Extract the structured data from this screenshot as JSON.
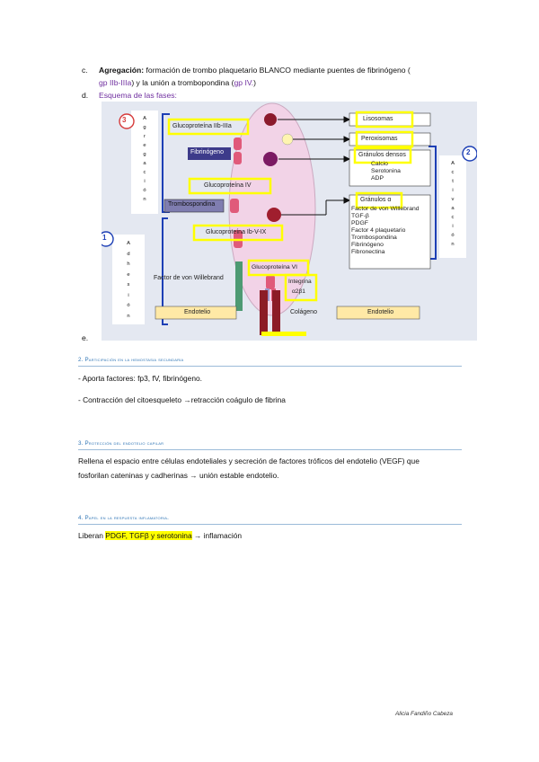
{
  "item_c": {
    "letter": "c.",
    "title": "Agregación:",
    "text": " formación de trombo plaquetario BLANCO mediante puentes de fibrinógeno (",
    "gp1": "gp IIb-IIIa",
    "text2": ") y la unión a trombopondina (",
    "gp2": "gp IV.",
    "text3": ")"
  },
  "item_d": {
    "letter": "d.",
    "text": "Esquema de las fases:"
  },
  "item_e": {
    "letter": "e."
  },
  "diagram": {
    "badges": [
      "1",
      "2",
      "3"
    ],
    "vertical_agregacion": [
      "A",
      "g",
      "r",
      "e",
      "g",
      "a",
      "c",
      "i",
      "ó",
      "n"
    ],
    "vertical_activacion": [
      "A",
      "c",
      "t",
      "i",
      "v",
      "a",
      "c",
      "i",
      "ó",
      "n"
    ],
    "vertical_adhesion": [
      "A",
      "d",
      "h",
      "e",
      "s",
      "i",
      "ó",
      "n"
    ],
    "labels": {
      "gp_iib_iiia": "Glucoproteína IIb-IIIa",
      "fibrinogeno": "Fibrinógeno",
      "gp_iv": "Glucoproteína IV",
      "trombospondina": "Trombospondina",
      "gp_ib_v_ix": "Glucoproteína Ib-V-IX",
      "factor_vw": "Factor de von Willebrand",
      "gp_vi": "Glucoproteína VI",
      "integrina": "Integrina",
      "integrina2": "α2β1",
      "endotelio_left": "Endotelio",
      "colageno": "Colágeno",
      "endotelio_right": "Endotelio",
      "lisosomas": "Lisosomas",
      "peroxisomas": "Peroxisomas",
      "granulos_densos": "Gránulos densos",
      "densos_items": [
        "Calcio",
        "Serotonina",
        "ADP"
      ],
      "granulos_alfa": "Gránulos α",
      "alfa_items": [
        "Factor de von Willebrand",
        "TGF-β",
        "PDGF",
        "Factor 4 plaquetario",
        "Trombospondina",
        "Fibrinógeno",
        "Fibronectina"
      ]
    }
  },
  "sections": [
    {
      "title": "2. Participación en la hemostasia secundaria",
      "lines": [
        "- Aporta factores: fp3, fV, fibrinógeno.",
        "- Contracción del citoesqueleto →retracción coágulo de fibrina"
      ]
    },
    {
      "title": "3. Protección del endotelio capilar",
      "lines": [
        "Rellena el espacio entre células endoteliales y secreción de factores tróficos del endotelio (VEGF) que",
        "fosforilan cateninas y cadherinas → unión estable endotelio."
      ]
    },
    {
      "title": "4. Papel en la respuesta inflamatoria.",
      "pre": "Liberan ",
      "highlight": "PDGF, TGFβ y serotonina",
      "post": " → inflamación"
    }
  ],
  "footer": "Alicia Fandiño Cabeza",
  "colors": {
    "highlight": "#ffff00",
    "heading_blue": "#2e74b5",
    "purple": "#7030a0",
    "diagram_bg": "#e4e8f1",
    "platelet": "#f2d3e7",
    "granule": "#8b1a2c"
  }
}
